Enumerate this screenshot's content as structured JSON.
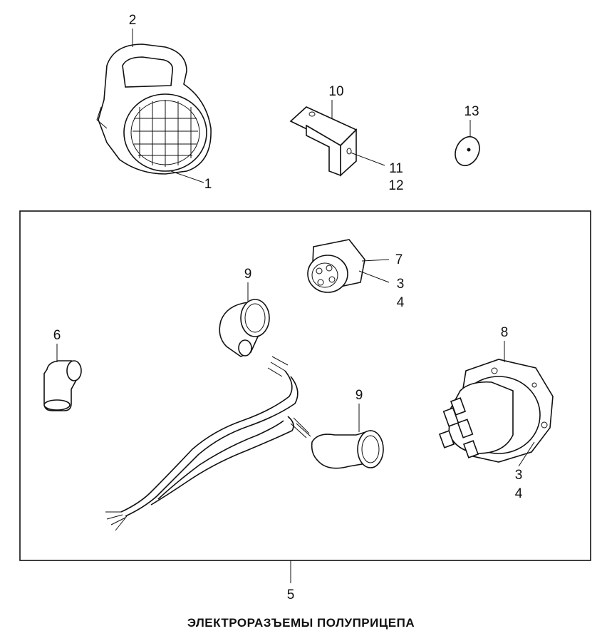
{
  "caption": "ЭЛЕКТРОРАЗЪЕМЫ ПОЛУПРИЦЕПА",
  "callouts": {
    "c1": "1",
    "c2": "2",
    "c3a": "3",
    "c3b": "3",
    "c4a": "4",
    "c4b": "4",
    "c5": "5",
    "c6": "6",
    "c7": "7",
    "c8": "8",
    "c9a": "9",
    "c9b": "9",
    "c10": "10",
    "c11": "11",
    "c12": "12",
    "c13": "13"
  }
}
